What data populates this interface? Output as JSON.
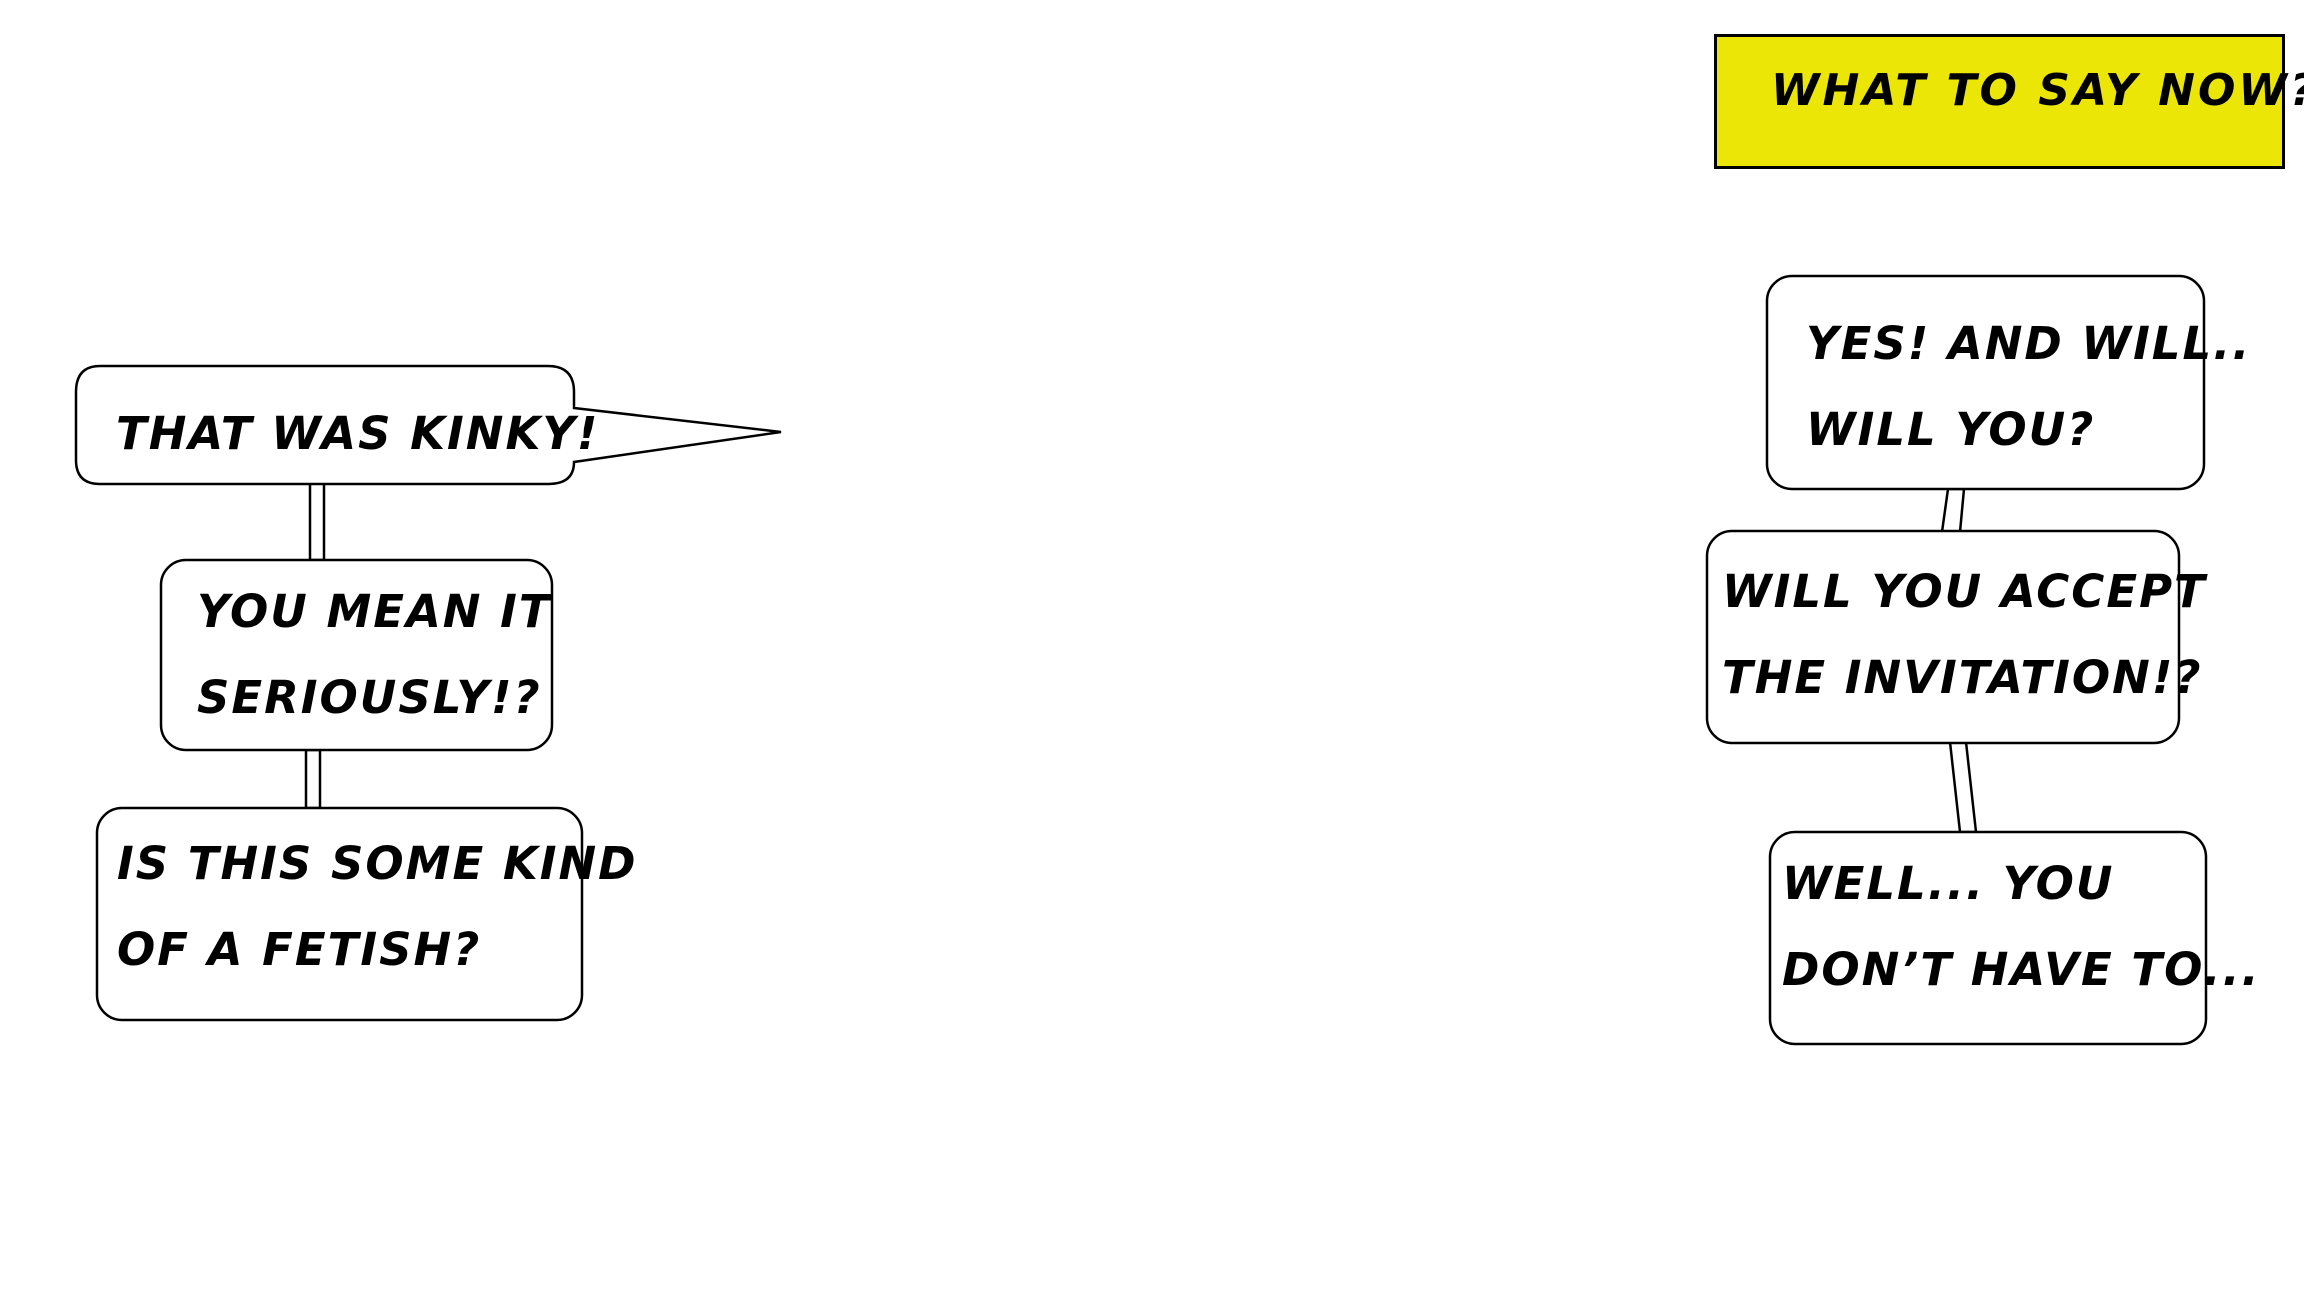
{
  "header": {
    "title": "WHAT TO SAY NOW?"
  },
  "left_tree": {
    "root": "THAT WAS KINKY!",
    "child_1": [
      "YOU MEAN IT",
      "SERIOUSLY!?"
    ],
    "child_2": [
      "IS THIS SOME KIND",
      "OF A FETISH?"
    ]
  },
  "right_tree": {
    "root": [
      "YES! AND WILL..",
      "WILL YOU?"
    ],
    "child_1": [
      "WILL YOU ACCEPT",
      "THE INVITATION!?"
    ],
    "child_2": [
      "WELL... YOU",
      "DON’T HAVE TO..."
    ]
  },
  "colors": {
    "header_fill": "#ebe606",
    "stroke": "#000000",
    "bubble_fill": "#ffffff"
  }
}
